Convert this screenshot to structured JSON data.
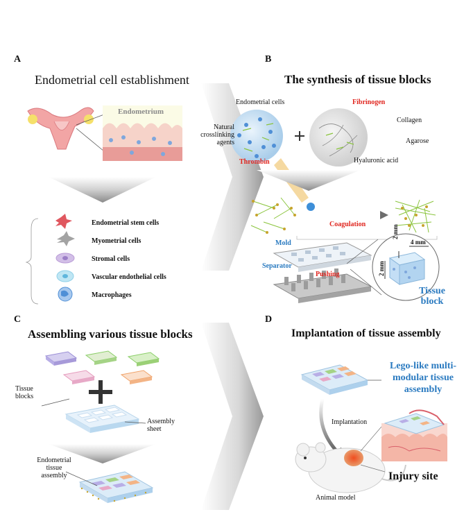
{
  "panelA": {
    "letter": "A",
    "title": "Endometrial cell establishment",
    "inset_label": "Endometrium",
    "cells": [
      {
        "label": "Endometrial stem cells",
        "icon": "stem-cell-icon",
        "color": "#e0575f"
      },
      {
        "label": "Myometrial cells",
        "icon": "myometrial-cell-icon",
        "color": "#9a9a9a"
      },
      {
        "label": "Stromal cells",
        "icon": "stromal-cell-icon",
        "color": "#b99bd6"
      },
      {
        "label": "Vascular endothelial cells",
        "icon": "endothelial-cell-icon",
        "color": "#8fd0e8"
      },
      {
        "label": "Macrophages",
        "icon": "macrophage-icon",
        "color": "#4f8fd6"
      }
    ]
  },
  "panelB": {
    "letter": "B",
    "title": "The synthesis of tissue blocks",
    "endometrial_cells": "Endometrial cells",
    "fibrinogen": "Fibrinogen",
    "collagen": "Collagen",
    "natural_crosslinking": "Natural crosslinking agents",
    "agarose": "Agarose",
    "thrombin": "Thrombin",
    "hyaluronic_acid": "Hyaluronic acid",
    "coagulation": "Coagulation",
    "mold": "Mold",
    "separator": "Separator",
    "pushing": "Pushing",
    "dim_a": "2 mm",
    "dim_b": "4 mm",
    "dim_c": "2 mm",
    "tissue_block": "Tissue block"
  },
  "panelC": {
    "letter": "C",
    "title": "Assembling various tissue blocks",
    "tissue_blocks": "Tissue blocks",
    "assembly_sheet": "Assembly sheet",
    "endometrial_assembly": "Endometrial tissue assembly"
  },
  "panelD": {
    "letter": "D",
    "title": "Implantation of  tissue assembly",
    "lego_label": "Lego-like multi-modular tissue assembly",
    "implantation": "Implantation",
    "injury_site": "Injury site",
    "animal_model": "Animal  model"
  },
  "colors": {
    "red_text": "#e0261f",
    "blue_text": "#2a7ac0",
    "block_purple": "#9b8fd6",
    "block_green": "#8ccf6a",
    "block_orange": "#f0a36a",
    "block_pink": "#e59bbd",
    "sheet_blue": "#cfe6f6"
  }
}
